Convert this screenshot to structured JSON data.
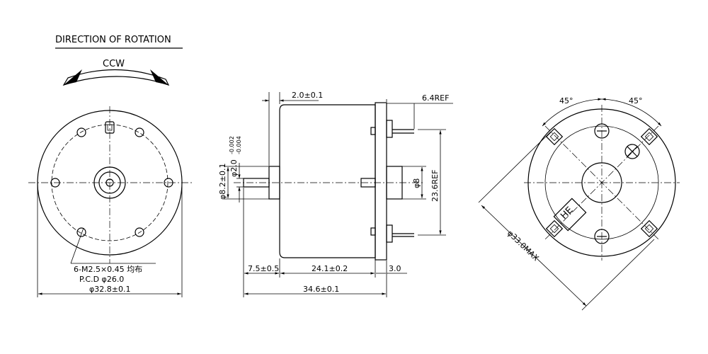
{
  "heading": "DIRECTION OF ROTATION",
  "rotation": "CCW",
  "front_view": {
    "holes_note": "6-M2.5×0.45 均布",
    "pcd": "P.C.D φ26.0",
    "diameter": "φ32.8±0.1"
  },
  "side_view": {
    "boss_height": "2.0±0.1",
    "terminal_ref": "6.4REF",
    "boss_dia": "φ8.2±0.1",
    "shaft_dia": "φ2.0",
    "shaft_tol_upper": "-0.002",
    "shaft_tol_lower": "-0.004",
    "end_dia": "φ8",
    "height_ref": "23.6REF",
    "shaft_len": "7.5±0.5",
    "body_len": "24.1±0.2",
    "end_len": "3.0",
    "total_len": "34.6±0.1"
  },
  "rear_view": {
    "angle_left": "45°",
    "angle_right": "45°",
    "max_dia": "φ33.0MAX",
    "logo": "HE"
  }
}
